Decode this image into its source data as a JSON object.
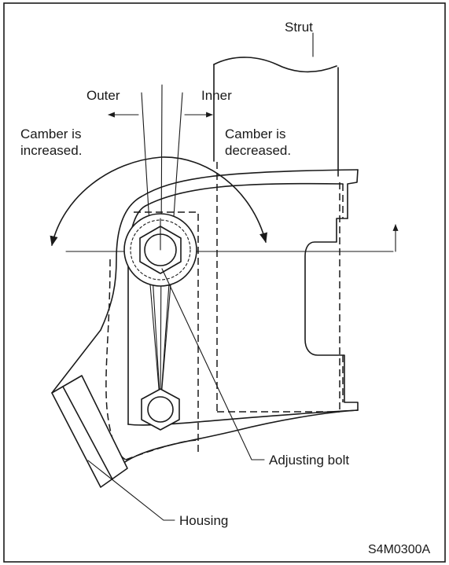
{
  "labels": {
    "strut": "Strut",
    "outer": "Outer",
    "inner": "Inner",
    "camber_increased_line1": "Camber is",
    "camber_increased_line2": "increased.",
    "camber_decreased_line1": "Camber is",
    "camber_decreased_line2": "decreased.",
    "adjusting_bolt": "Adjusting bolt",
    "housing": "Housing"
  },
  "figure_code": "S4M0300A"
}
